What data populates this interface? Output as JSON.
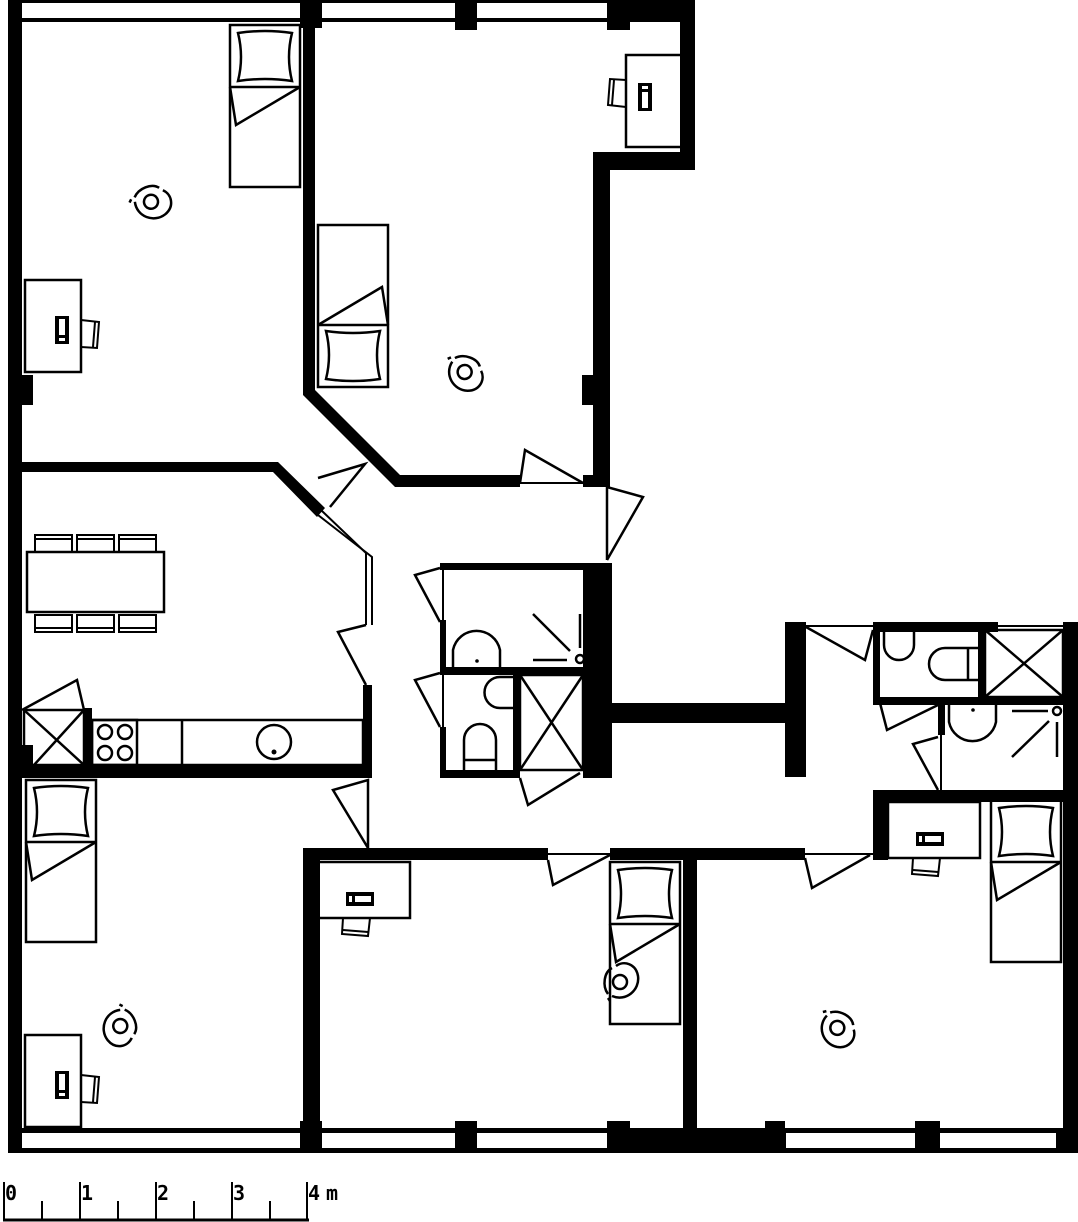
{
  "scale_bar": {
    "labels": [
      "0",
      "1",
      "2",
      "3",
      "4"
    ],
    "unit": "m"
  },
  "colors": {
    "ink": "#000000",
    "paper": "#ffffff"
  }
}
